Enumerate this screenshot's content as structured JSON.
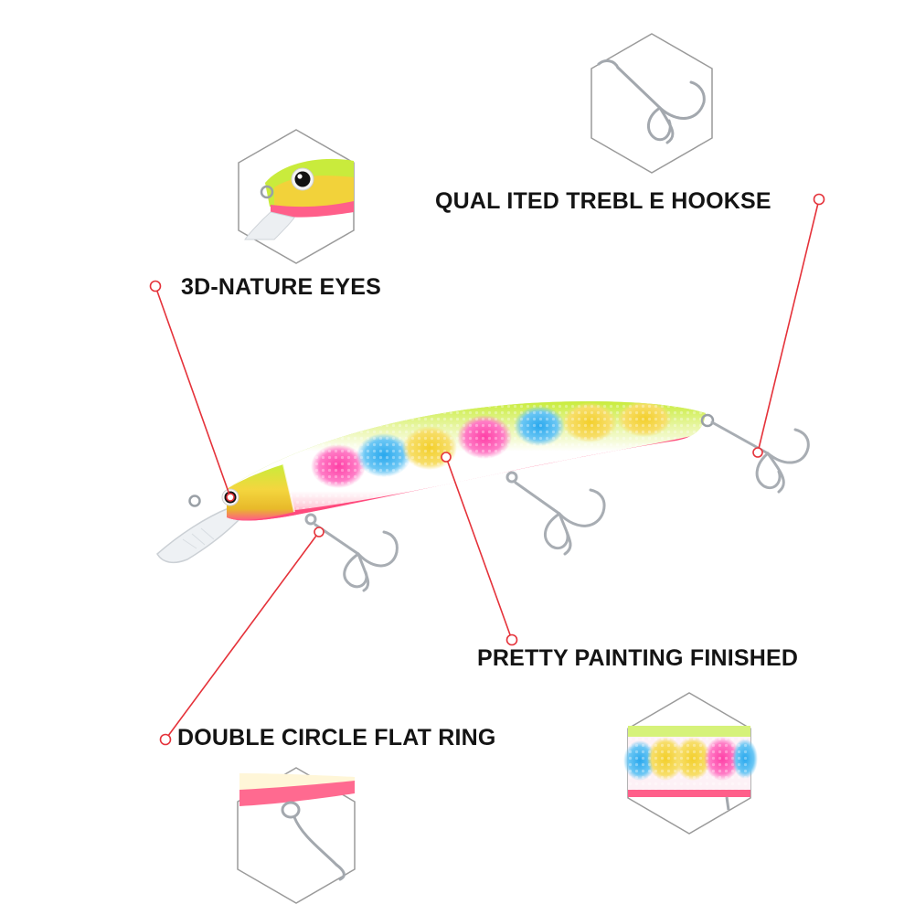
{
  "callouts": {
    "hooks": "QUAL ITED TREBL E HOOKSE",
    "eyes": "3D-NATURE EYES",
    "painting": "PRETTY PAINTING FINISHED",
    "ring": "DOUBLE CIRCLE FLAT RING"
  },
  "colors": {
    "accent_line": "#e5323a",
    "label_text": "#141414",
    "hex_border": "#9a9a9a",
    "lure_back": "#bfe73a",
    "lure_belly": "#ff5f8a",
    "lure_gold": "#f2d23a",
    "lure_pink": "#ff4fb0",
    "lure_blue": "#3fb3f0"
  },
  "icons": [
    "fishing-lure-image",
    "treble-hook-icon",
    "lure-eye-detail",
    "scale-pattern-detail",
    "split-ring-detail"
  ]
}
